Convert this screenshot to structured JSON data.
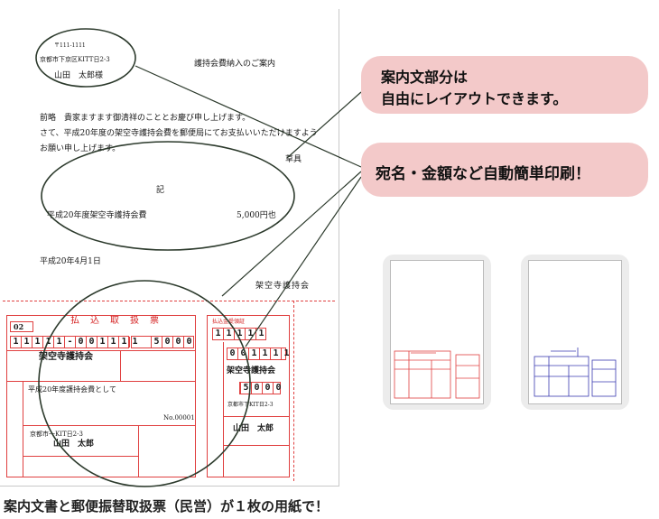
{
  "letter": {
    "postal": "〒111-1111",
    "address": "京都市下京区KITT日2-3",
    "name": "山田　太郎様",
    "title": "護持会費納入のご案内",
    "line1": "前略　貴家ますます御清祥のこととお慶び申し上げます。",
    "line2": "さて、平成20年度の架空寺護持会費を郵便局にてお支払いいただけますよう",
    "line3": "お願い申し上げます。",
    "closing": "草具",
    "ki": "記",
    "fee_item": "平成20年度架空寺護持会費",
    "fee_amount": "5,000円也",
    "date": "平成20年4月1日",
    "sender": "架空寺護持会"
  },
  "slip": {
    "heading": "払　込　取　扱　票",
    "code": "02",
    "account_digits": [
      "1",
      "1",
      "1",
      "1",
      "1",
      "-",
      "0",
      "0",
      "1",
      "1",
      "1",
      "1",
      "1"
    ],
    "amount_digits": [
      "5",
      "0",
      "0",
      "0"
    ],
    "payee": "架空寺護持会",
    "memo": "平成20年度護持会費として",
    "number": "No.00001",
    "addr": "京都市一KIT日2-3",
    "payer": "山田　太郎",
    "r_account": [
      "0",
      "0",
      "1",
      "1",
      "1",
      "1",
      "1"
    ],
    "r_head": [
      "1",
      "1",
      "1",
      "1",
      "1"
    ],
    "r_payee": "架空寺護持会",
    "r_amount": [
      "5",
      "0",
      "0",
      "0"
    ],
    "r_addr": "京都市下KIT日2-3",
    "r_name": "山田　太郎",
    "r_label": "払込金受領証"
  },
  "callouts": {
    "c1_line1": "案内文部分は",
    "c1_line2": "自由にレイアウトできます。",
    "c2": "宛名・金額など自動簡単印刷！"
  },
  "caption": "案内文書と郵便振替取扱票（民営）が１枚の用紙で！",
  "colors": {
    "bubble": "#f3c9c9",
    "slip_red": "#e04040",
    "slip_blue": "#3a3ab0"
  }
}
